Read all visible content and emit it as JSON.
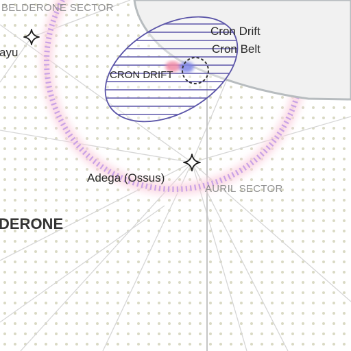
{
  "map": {
    "labels": {
      "sector_belderone": "BELDERONE SECTOR",
      "sector_auril": "AURIL SECTOR",
      "region_belderone": "DERONE",
      "planet_ayu": "ayu",
      "planet_adega": "Adega (Ossus)",
      "feature_cron_drift": "Cron Drift",
      "feature_cron_belt": "Cron Belt",
      "feature_cron_drift_caps": "CRON DRIFT"
    },
    "colors": {
      "background": "#ffffff",
      "dot_grid": "#d9d9c4",
      "hyperlane": "#d6d6d6",
      "sector_border": "#c4c4c4",
      "ring_outer": "#fbd3e0",
      "ring_dash": "#c39be6",
      "nebula_hatch": "#5b55a8",
      "region_fill": "#f1f1f1",
      "region_edge": "#b7bcbf",
      "star_marker": "#1a1a1a"
    },
    "icons": [
      "star-marker-icon",
      "position-marker-icon",
      "nebula-hatch-icon"
    ]
  }
}
